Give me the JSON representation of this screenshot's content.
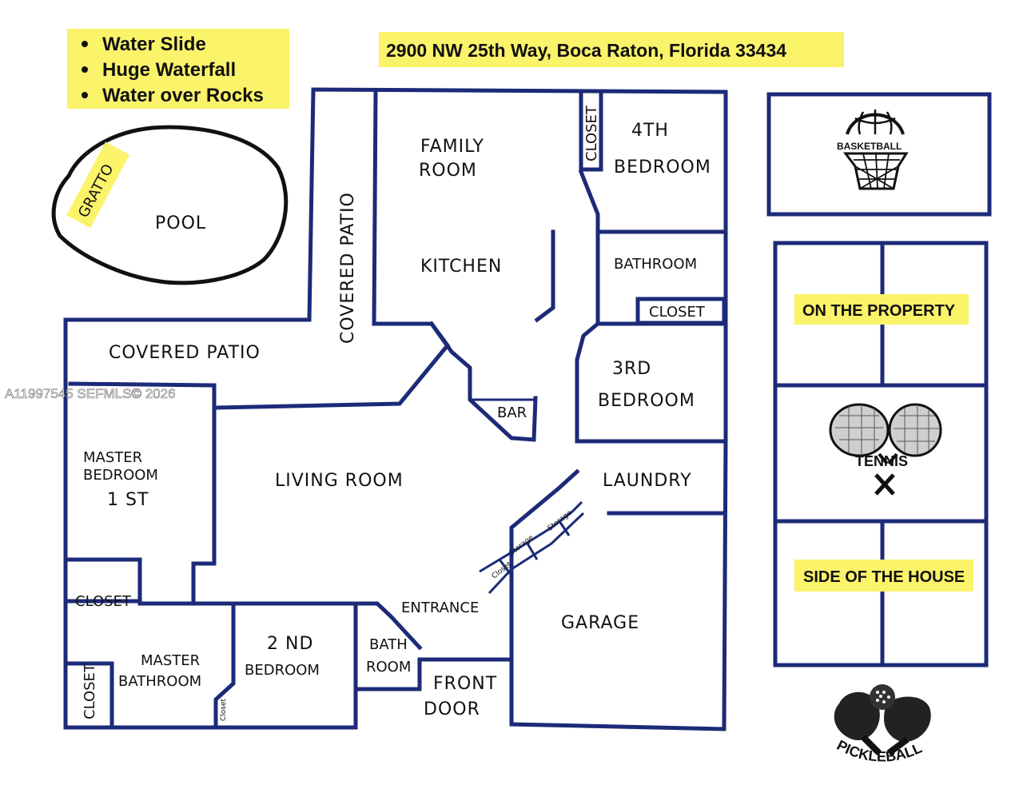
{
  "features_list": {
    "items": [
      "Water Slide",
      "Huge Waterfall",
      "Water over Rocks"
    ]
  },
  "address": "2900 NW 25th Way, Boca Raton, Florida 33434",
  "rooms": {
    "pool": "POOL",
    "gratto": "GRATTO",
    "covered_patio_vertical": "COVERED PATIO",
    "covered_patio": "COVERED PATIO",
    "family_room_1": "FAMILY",
    "family_room_2": "ROOM",
    "kitchen": "KITCHEN",
    "closet_top": "CLOSET",
    "bedroom4_1": "4TH",
    "bedroom4_2": "BEDROOM",
    "bathroom_right": "BATHROOM",
    "closet_right": "CLOSET",
    "bedroom3_1": "3RD",
    "bedroom3_2": "BEDROOM",
    "bar": "BAR",
    "laundry": "LAUNDRY",
    "master_1": "MASTER",
    "master_2": "BEDROOM",
    "master_3": "1 ST",
    "living_room": "LIVING ROOM",
    "closet_left": "CLOSET",
    "closet_vertical": "CLOSET",
    "master_bath_1": "MASTER",
    "master_bath_2": "BATHROOM",
    "closet_mini": "Closet",
    "bedroom2_1": "2 ND",
    "bedroom2_2": "BEDROOM",
    "bath_1": "BATH",
    "bath_2": "ROOM",
    "entrance": "ENTRANCE",
    "front_door_1": "FRONT",
    "front_door_2": "DOOR",
    "garage": "GARAGE",
    "storage_1": "Storage",
    "storage_2": "Storage",
    "closet_small": "Closet"
  },
  "amenities": {
    "basketball": "BASKETBALL",
    "on_property": "ON THE PROPERTY",
    "tennis": "TENNIS",
    "side_house": "SIDE OF THE HOUSE",
    "pickleball": "PICKLEBALL"
  },
  "watermark": "A11997545  SEFMLS© 2026",
  "colors": {
    "wall": "#1c2a78",
    "highlight": "#fbf36a"
  }
}
